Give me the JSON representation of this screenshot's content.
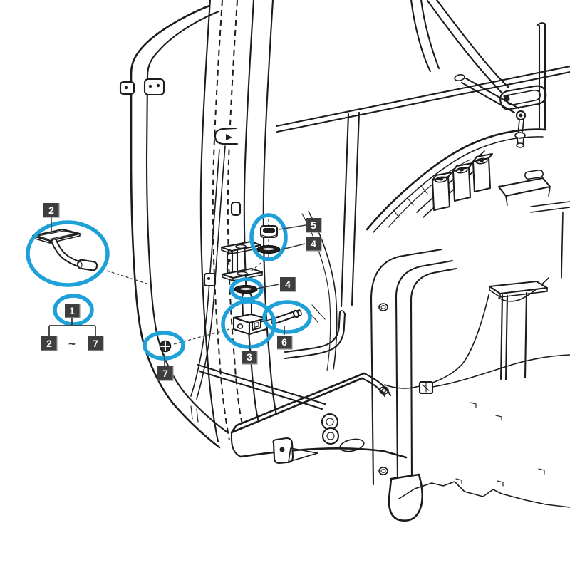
{
  "diagram": {
    "accent_color": "#1ea0d8",
    "line_color": "#1c1c1c",
    "label_bg": "#3e3e40",
    "label_fg": "#ffffff",
    "callouts": {
      "handle": "2",
      "plug_cap": "5",
      "washer_upper": "4",
      "washer_lower": "4",
      "assembly_group": "1",
      "range_start": "2",
      "range_separator": "~",
      "range_end": "7",
      "latch_bracket": "3",
      "hinge_pin": "6",
      "screw": "7"
    }
  }
}
